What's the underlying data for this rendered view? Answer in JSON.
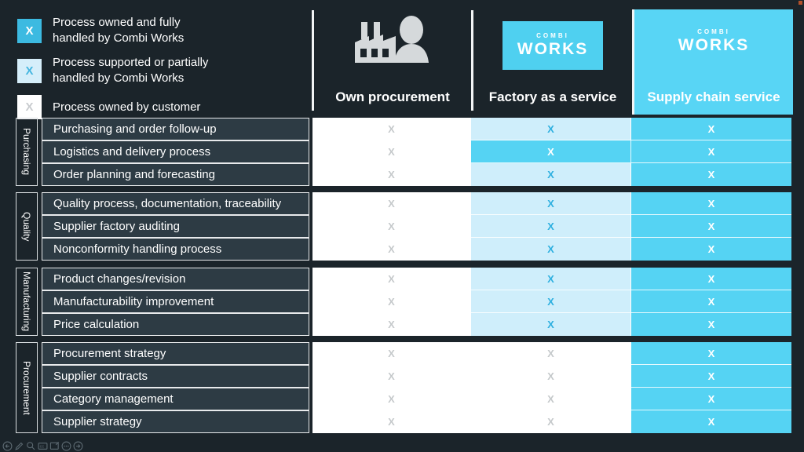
{
  "legend": {
    "mark": "X",
    "items": [
      {
        "status": "full",
        "lines": [
          "Process owned and fully",
          "handled by Combi Works"
        ]
      },
      {
        "status": "partial",
        "lines": [
          "Process supported or partially",
          "handled by Combi Works"
        ]
      },
      {
        "status": "customer",
        "lines": [
          "Process owned by customer"
        ]
      }
    ]
  },
  "header": {
    "columns": [
      {
        "id": "own-procurement",
        "label": "Own procurement",
        "icon": "factory-and-person-icon"
      },
      {
        "id": "factory-as-a-service",
        "label": "Factory as a service",
        "logo_top": "COMBI",
        "logo_bottom": "WORKS"
      },
      {
        "id": "supply-chain-service",
        "label": "Supply chain service",
        "logo_top": "COMBI",
        "logo_bottom": "WORKS"
      }
    ]
  },
  "matrix": {
    "mark": "X",
    "status_meaning": {
      "full": "Process owned and fully handled by Combi Works",
      "partial": "Process supported or partially handled by Combi Works",
      "customer": "Process owned by customer"
    },
    "groups": [
      {
        "name": "Purchasing",
        "rows": [
          {
            "label": "Purchasing and order follow-up",
            "cells": [
              "customer",
              "partial",
              "full"
            ]
          },
          {
            "label": "Logistics and delivery process",
            "cells": [
              "customer",
              "full",
              "full"
            ]
          },
          {
            "label": "Order planning and forecasting",
            "cells": [
              "customer",
              "partial",
              "full"
            ]
          }
        ]
      },
      {
        "name": "Quality",
        "rows": [
          {
            "label": "Quality process, documentation, traceability",
            "cells": [
              "customer",
              "partial",
              "full"
            ]
          },
          {
            "label": "Supplier factory auditing",
            "cells": [
              "customer",
              "partial",
              "full"
            ]
          },
          {
            "label": "Nonconformity handling process",
            "cells": [
              "customer",
              "partial",
              "full"
            ]
          }
        ]
      },
      {
        "name": "Manufacturing",
        "rows": [
          {
            "label": "Product changes/revision",
            "cells": [
              "customer",
              "partial",
              "full"
            ]
          },
          {
            "label": "Manufacturability improvement",
            "cells": [
              "customer",
              "partial",
              "full"
            ]
          },
          {
            "label": "Price calculation",
            "cells": [
              "customer",
              "partial",
              "full"
            ]
          }
        ]
      },
      {
        "name": "Procurement",
        "rows": [
          {
            "label": "Procurement strategy",
            "cells": [
              "customer",
              "customer",
              "full"
            ]
          },
          {
            "label": "Supplier contracts",
            "cells": [
              "customer",
              "customer",
              "full"
            ]
          },
          {
            "label": "Category management",
            "cells": [
              "customer",
              "customer",
              "full"
            ]
          },
          {
            "label": "Supplier strategy",
            "cells": [
              "customer",
              "customer",
              "full"
            ]
          }
        ]
      }
    ]
  },
  "colors": {
    "background": "#1b242a",
    "full_cell": "#55d3f3",
    "partial_cell": "#cfeefb",
    "customer_cell": "#ffffff",
    "legend_full": "#3cbae1",
    "row_label_bg": "#2d3b44",
    "brand_blue": "#4fd0f0"
  },
  "toolbar": {
    "icons": [
      "previous-slide",
      "pen",
      "laser-pointer",
      "closed-captions",
      "display",
      "more-options",
      "next-slide"
    ]
  }
}
